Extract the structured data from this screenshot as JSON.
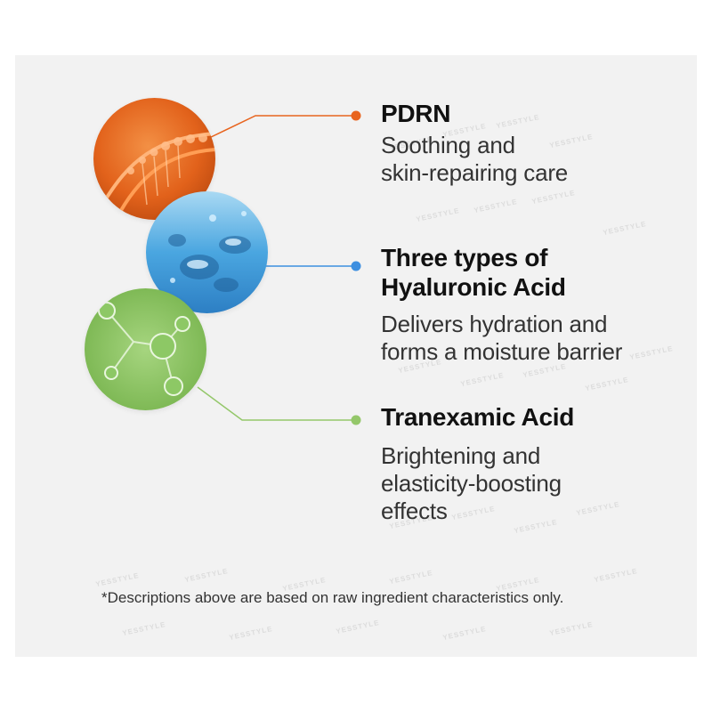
{
  "watermark_text": "YESSTYLE",
  "ingredients": [
    {
      "title": "PDRN",
      "description": "Soothing and\nskin-repairing care",
      "accent": "#e8641e",
      "image_icon": "dna-strand-icon"
    },
    {
      "title": "Three types of\nHyaluronic Acid",
      "description": "Delivers hydration and\nforms a moisture barrier",
      "accent": "#3d8fe0",
      "image_icon": "water-bubbles-icon"
    },
    {
      "title": "Tranexamic Acid",
      "description": "Brightening and\nelasticity-boosting\neffects",
      "accent": "#94c76a",
      "image_icon": "molecule-icon"
    }
  ],
  "footnote": "*Descriptions above are based on raw ingredient characteristics only."
}
